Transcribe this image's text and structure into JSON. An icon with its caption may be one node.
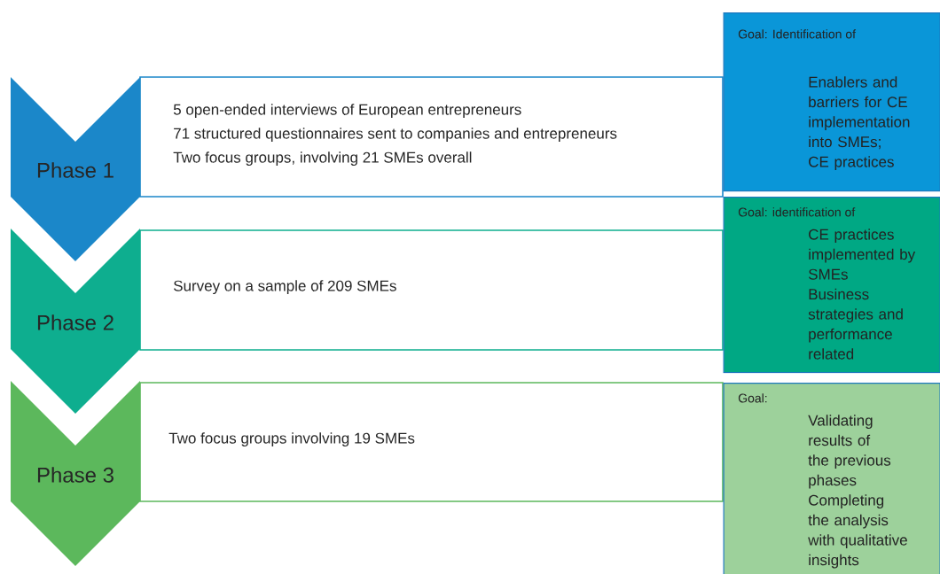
{
  "diagram": {
    "nodes": [
      {
        "text": [
          "Phase 1"
        ]
      },
      {
        "text": [
          "5 open-ended interviews of European entrepreneurs",
          "71 structured questionnaires sent to companies and entrepreneurs",
          "Two focus groups, involving 21 SMEs overall"
        ]
      },
      {
        "text": [
          "Goal: Identification of",
          "Enablers and barriers for CE implementation into SMEs;",
          "CE practices"
        ]
      },
      {
        "text": [
          "Phase 2"
        ]
      },
      {
        "text": [
          "Survey on a sample of 209 SMEs"
        ]
      },
      {
        "text": [
          "Goal: identification of",
          "CE practices implemented by SMEs",
          "Business strategies and performance related"
        ]
      },
      {
        "text": [
          "Phase 3"
        ]
      },
      {
        "text": [
          "Two focus groups involving 19 SMEs"
        ]
      },
      {
        "text": [
          "Goal:",
          "Validating results of the previous phases",
          "Completing the analysis with qualitative insights"
        ]
      }
    ]
  }
}
